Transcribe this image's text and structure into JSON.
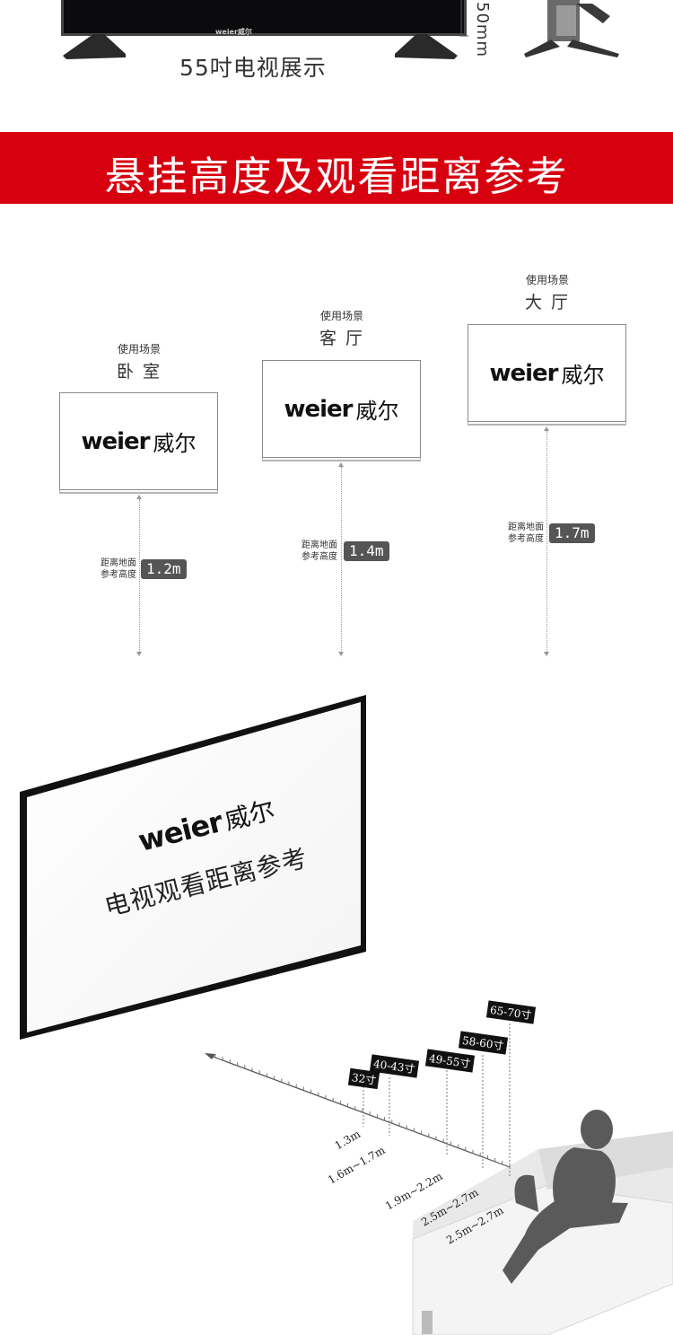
{
  "top": {
    "tv_brand": "weier威尔",
    "caption": "55吋电视展示",
    "dimension_label": "50mm"
  },
  "banner": {
    "title": "悬挂高度及观看距离参考",
    "color": "#d7000f"
  },
  "logo": {
    "latin": "weier",
    "chinese": "威尔"
  },
  "scenes": [
    {
      "small_label": "使用场景",
      "room": "卧 室",
      "height_label_line1": "距离地面",
      "height_label_line2": "参考高度",
      "height": "1.2m"
    },
    {
      "small_label": "使用场景",
      "room": "客 厅",
      "height_label_line1": "距离地面",
      "height_label_line2": "参考高度",
      "height": "1.4m"
    },
    {
      "small_label": "使用场景",
      "room": "大 厅",
      "height_label_line1": "距离地面",
      "height_label_line2": "参考高度",
      "height": "1.7m"
    }
  ],
  "big_tv": {
    "brand_latin": "weier",
    "brand_cn": "威尔",
    "subtitle": "电视观看距离参考"
  },
  "sizes": [
    "32寸",
    "40-43寸",
    "49-55寸",
    "58-60寸",
    "65-70寸"
  ],
  "distances": [
    "1.3m",
    "1.6m~1.7m",
    "1.9m~2.2m",
    "2.5m~2.7m",
    "2.5m~2.7m"
  ]
}
